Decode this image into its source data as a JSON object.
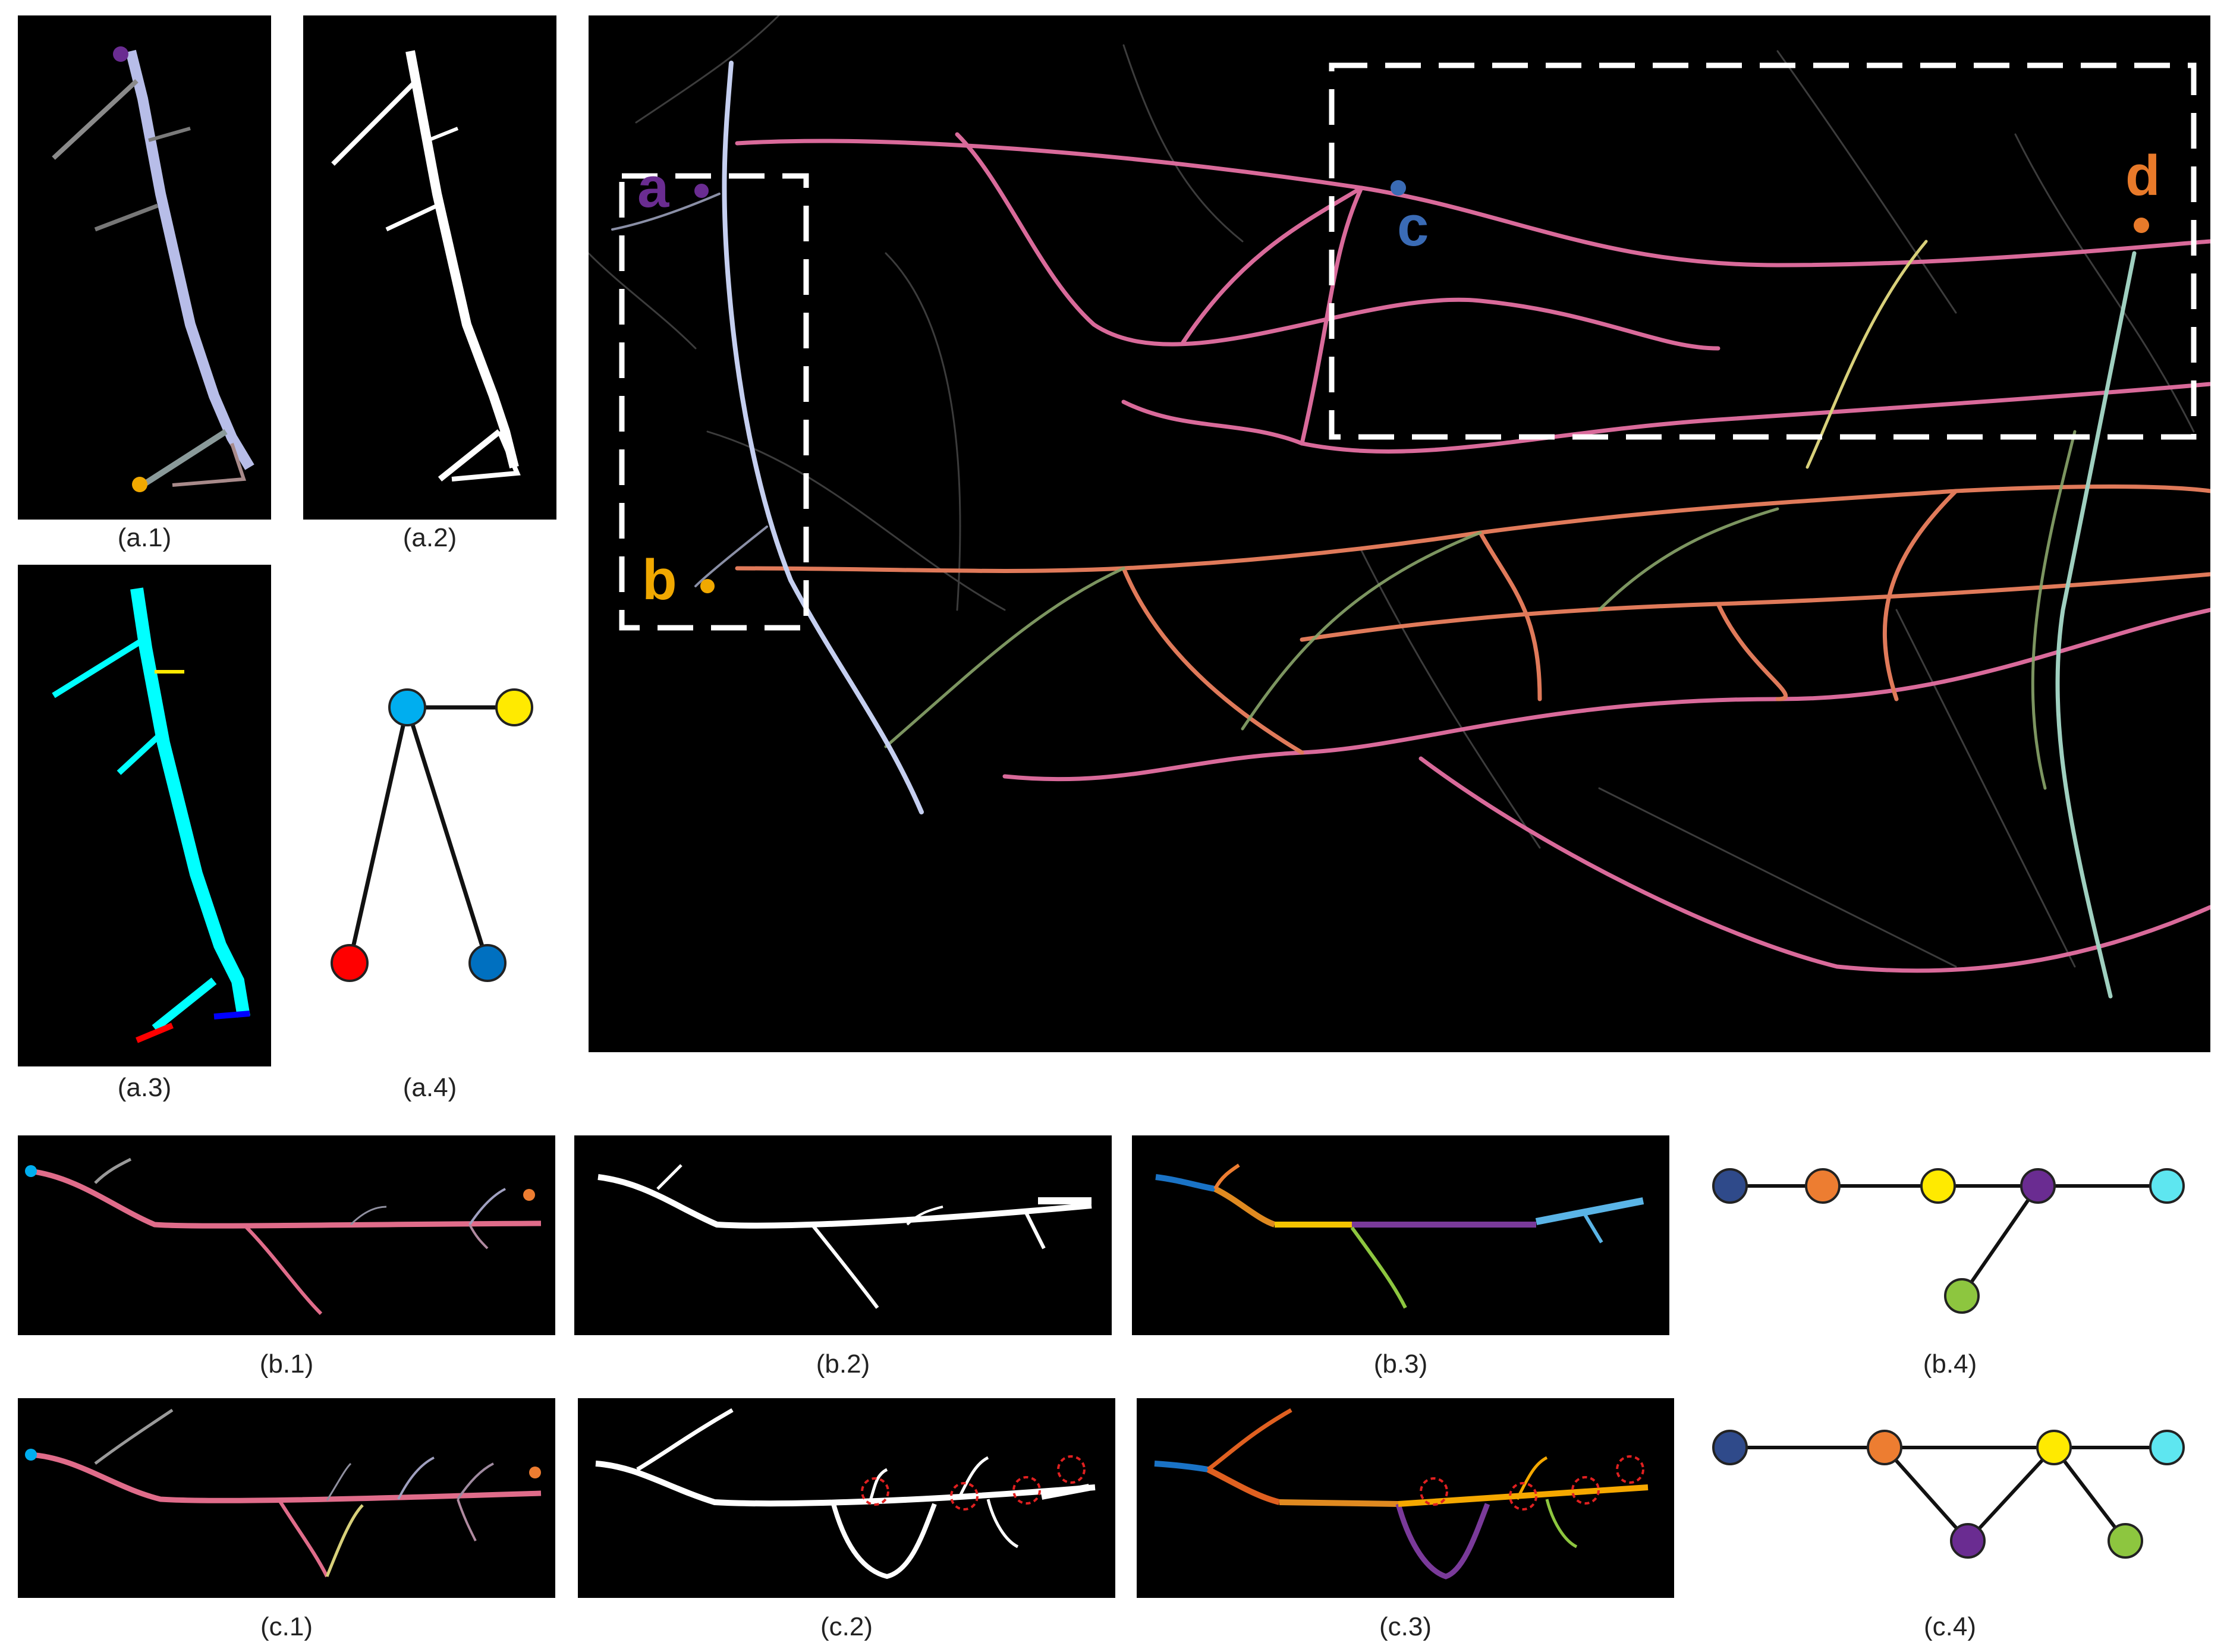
{
  "captions": {
    "a1": "(a.1)",
    "a2": "(a.2)",
    "a3": "(a.3)",
    "a4": "(a.4)",
    "b1": "(b.1)",
    "b2": "(b.2)",
    "b3": "(b.3)",
    "b4": "(b.4)",
    "c1": "(c.1)",
    "c2": "(c.2)",
    "c3": "(c.3)",
    "c4": "(c.4)"
  },
  "main_labels": {
    "a": "a",
    "b": "b",
    "c": "c",
    "d": "d"
  },
  "colors": {
    "label_a": "#6a2c91",
    "label_b": "#f0a800",
    "label_c": "#3a6bb5",
    "label_d": "#e87a2a",
    "node_cyan": "#00aeef",
    "node_yellow": "#ffea00",
    "node_red": "#ff0000",
    "node_blue": "#0070c0",
    "node_navy": "#2f4a8a",
    "node_orange": "#ed7d31",
    "node_purple": "#6a2c91",
    "node_lightcyan": "#5ee6f0",
    "node_green": "#8dc63f"
  }
}
